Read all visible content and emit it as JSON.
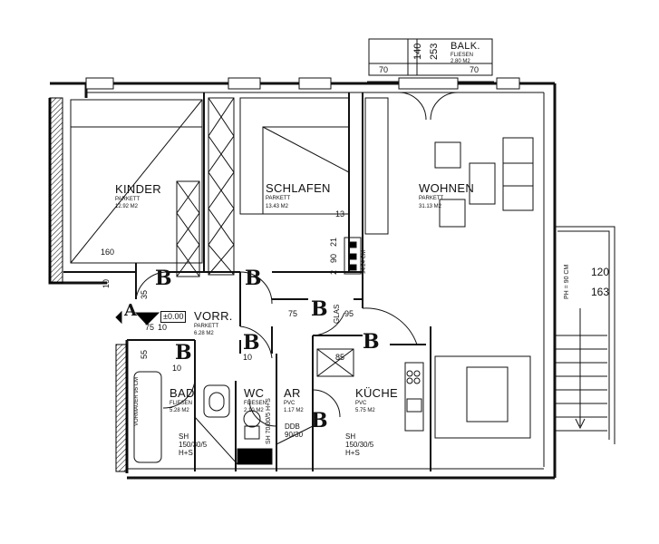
{
  "rooms": {
    "kinder": {
      "name": "KINDER",
      "floor": "PARKETT",
      "area": "12.92 M2"
    },
    "schlafen": {
      "name": "SCHLAFEN",
      "floor": "PARKETT",
      "area": "13.43 M2"
    },
    "wohnen": {
      "name": "WOHNEN",
      "floor": "PARKETT",
      "area": "31.13 M2"
    },
    "vorr": {
      "name": "VORR.",
      "floor": "PARKETT",
      "area": "6.28 M2"
    },
    "bad": {
      "name": "BAD",
      "floor": "FLIESEN",
      "area": "5.28 M2"
    },
    "wc": {
      "name": "WC",
      "floor": "FLIESEN",
      "area": "2.10 M2"
    },
    "ar": {
      "name": "AR",
      "floor": "PVC",
      "area": "1.17 M2"
    },
    "kueche": {
      "name": "KÜCHE",
      "floor": "PVC",
      "area": "5.75 M2"
    },
    "balkon": {
      "name": "BALK.",
      "floor": "FLIESEN",
      "area": "2.80 M2"
    }
  },
  "dims": {
    "balk_140": "140",
    "balk_253": "253",
    "balk_70_left": "70",
    "balk_70_right": "70",
    "kinder_160": "160",
    "schlafen_13": "13",
    "schlafen_2": "2",
    "schlafen_90": "90",
    "schlafen_21": "21",
    "pair_35": "35",
    "pair_10": "10",
    "vorr_75": "75",
    "vorr_10": "10",
    "bad_10": "10",
    "bad_55": "55",
    "wc_10": "10",
    "flur_75": "75",
    "flur_95": "95",
    "kueche_85": "85",
    "right_120": "120",
    "right_163": "163"
  },
  "notes": {
    "level": "±0.00",
    "kitchen_window": "94/24 CM",
    "parapet": "PH = 90 CM",
    "glas": "GLAS",
    "bad_vormauer": "VORMAUER 95 CM",
    "wc_sh": "SH 70/30/5 H+S",
    "bad_sh_l1": "SH",
    "bad_sh_l2": "150/30/5",
    "bad_sh_l3": "H+S",
    "kueche_sh_l1": "SH",
    "kueche_sh_l2": "150/30/5",
    "kueche_sh_l3": "H+S",
    "ddb_l1": "DDB",
    "ddb_l2": "90/30",
    "mark_a": "A",
    "mark_b": "B"
  }
}
